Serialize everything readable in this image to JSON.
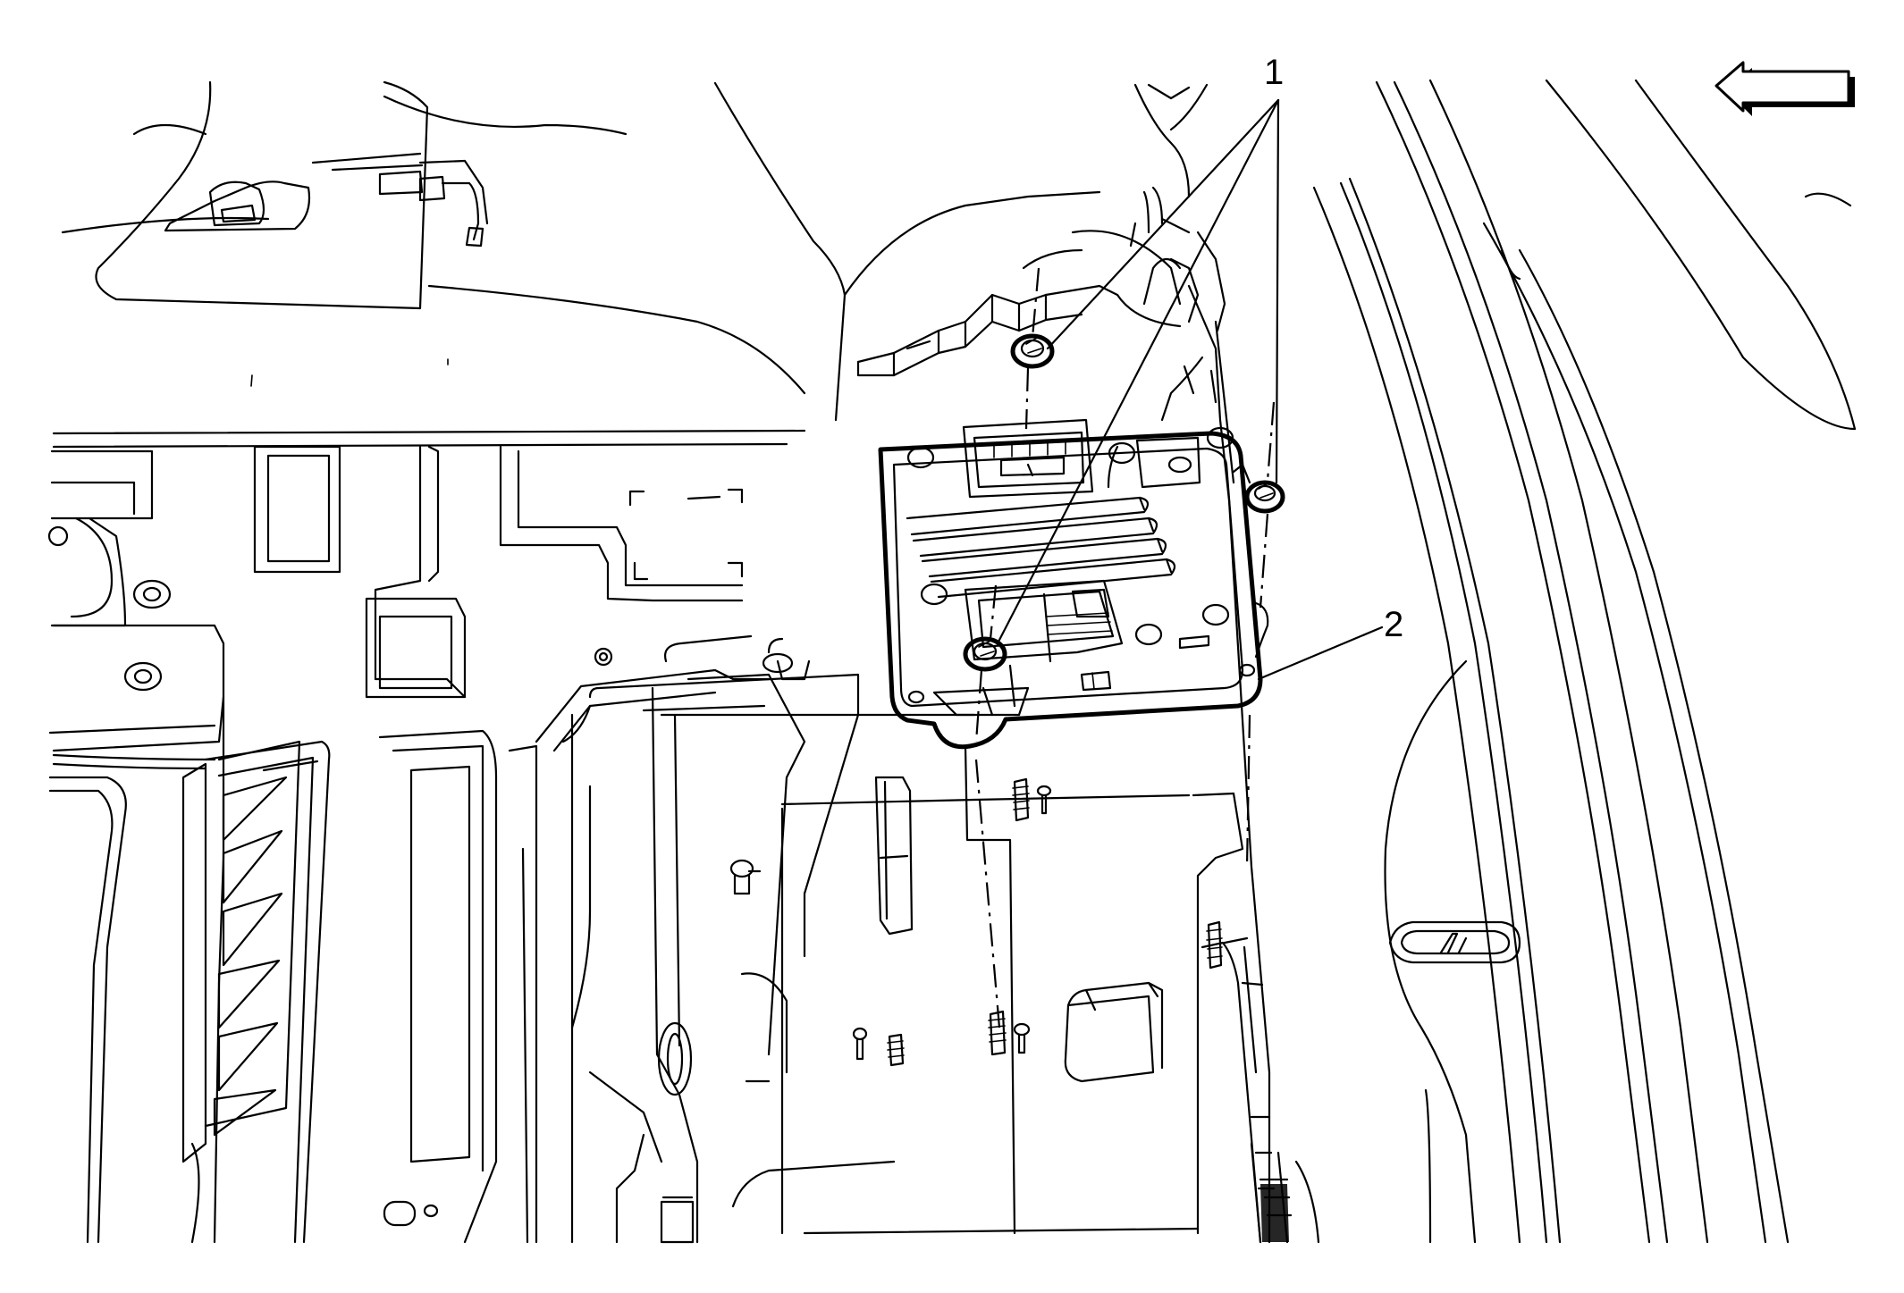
{
  "diagram": {
    "callouts": [
      {
        "id": "1",
        "label": "1"
      },
      {
        "id": "2",
        "label": "2"
      }
    ],
    "direction_arrow": {
      "icon": "arrow-left-icon"
    }
  }
}
